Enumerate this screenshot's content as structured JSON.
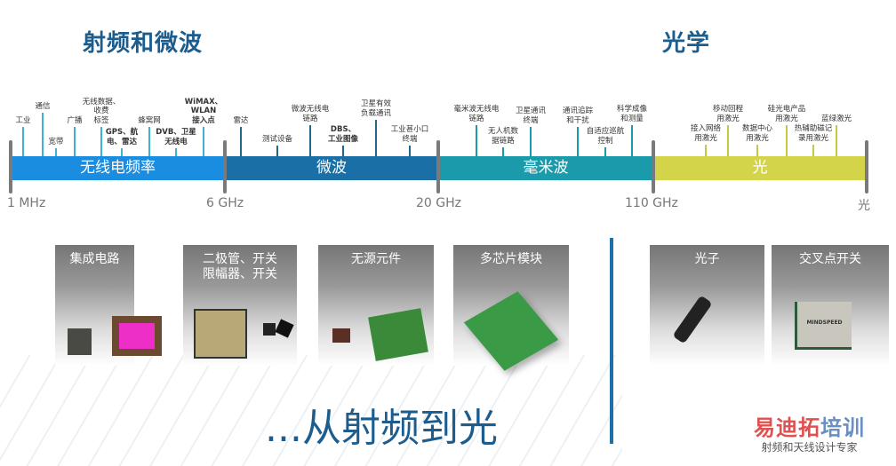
{
  "titles": {
    "rf": "射频和微波",
    "optics": "光学"
  },
  "bands": [
    {
      "label": "无线电频率",
      "color": "#1b8de0"
    },
    {
      "label": "微波",
      "color": "#1a6fa6"
    },
    {
      "label": "毫米波",
      "color": "#1a9aab"
    },
    {
      "label": "光",
      "color": "#d3d449"
    }
  ],
  "frequencies": [
    "1 MHz",
    "6 GHz",
    "20 GHz",
    "110 GHz",
    "光"
  ],
  "applications": [
    "工业",
    "通信",
    "宽带",
    "广播",
    "无线数据、\n收费\n标签",
    "GPS、航\n电、雷达",
    "蜂窝网",
    "DVB、卫星\n无线电",
    "WiMAX、\nWLAN\n接入点",
    "雷达",
    "测试设备",
    "微波无线电\n链路",
    "DBS、\n工业图像",
    "卫星有效\n负载通讯",
    "工业甚小口\n终端",
    "毫米波无线电\n链路",
    "无人机数\n据链路",
    "卫星通讯\n终端",
    "通讯追踪\n和干扰",
    "自适应巡航\n控制",
    "科学成像\n和测量",
    "接入网络\n用激光",
    "移动回程\n用激光",
    "数据中心\n用激光",
    "硅光电产品\n用激光",
    "热辅助磁记\n录用激光",
    "蓝绿激光"
  ],
  "cards": [
    {
      "label": "集成电路"
    },
    {
      "label": "二极管、开关\n限幅器、开关"
    },
    {
      "label": "无源元件"
    },
    {
      "label": "多芯片模块"
    },
    {
      "label": "光子"
    },
    {
      "label": "交叉点开关",
      "chip_text": "MINDSPEED"
    }
  ],
  "slogan": "...从射频到光",
  "watermark": {
    "line1a": "易迪拓",
    "line1b": "培训",
    "line2": "射频和天线设计专家"
  }
}
